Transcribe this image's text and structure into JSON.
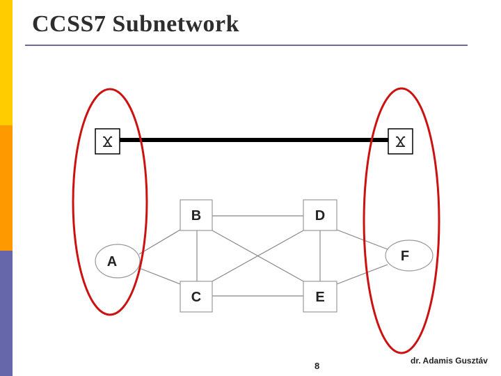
{
  "title": "CCSS7 Subnetwork",
  "accent_colors": {
    "bar_top": "#ffcc00",
    "bar_middle": "#ff9900",
    "bar_bottom": "#6666aa",
    "ellipse": "#cc1111"
  },
  "nodes": {
    "a": "A",
    "b": "B",
    "c": "C",
    "d": "D",
    "e": "E",
    "f": "F"
  },
  "stp_left_glyph": "Ϫ",
  "stp_right_glyph": "Ϫ",
  "footer": {
    "page_number": "8",
    "author": "dr. Adamis Gusztáv"
  }
}
